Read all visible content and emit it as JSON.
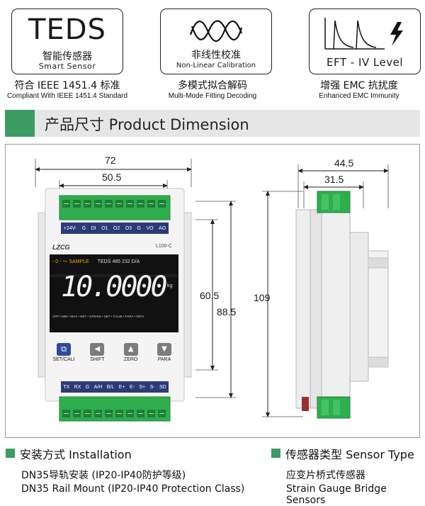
{
  "features": [
    {
      "box_text": "TEDS",
      "box_sub_cn": "智能传感器",
      "box_sub_en": "Smart Sensor",
      "name": "符合 IEEE 1451.4 标准",
      "sub": "Compliant With IEEE 1451.4 Standard"
    },
    {
      "icon": "sine-curve-icon",
      "box_sub_cn": "非线性校准",
      "box_sub_en": "Non-Linear Calibration",
      "name": "多模式拟合解码",
      "sub": "Multi-Mode Fitting Decoding"
    },
    {
      "icon": "eft-pulse-icon",
      "box_sub_en": "EFT - IV Level",
      "name": "增强 EMC 抗扰度",
      "sub": "Enhanced EMC Immunity"
    }
  ],
  "section_title": "产品尺寸 Product Dimension",
  "dimensions": {
    "width_total": "72",
    "width_inner": "50.5",
    "height_inner": "60.5",
    "height_total": "88.5",
    "side_depth_total": "44.5",
    "side_depth_inner": "31.5",
    "side_height": "109"
  },
  "device": {
    "top_labels": [
      "+24V-",
      "G",
      "DI",
      "O1",
      "O2",
      "O3",
      "G",
      "VO",
      "AO"
    ],
    "brand": "LZCG",
    "model": "L100-C",
    "status_line_left": "- 0 -",
    "status_sample": "SAMPLE",
    "status_teds": "TEDS",
    "status_485": "485",
    "status_232": "232",
    "status_da": "D/A",
    "display_value": "10.0000",
    "unit": "kg",
    "indicator_row": "VPP • MIN • MAX • NET • STRAIN • SET • CALIB • PARA • INFO",
    "buttons": [
      {
        "label": "SET/CALI",
        "icon": "set-cali-icon"
      },
      {
        "label": "SHIFT",
        "icon": "left-arrow-icon"
      },
      {
        "label": "ZERO",
        "icon": "up-arrow-icon"
      },
      {
        "label": "PARA",
        "icon": "down-arrow-icon"
      }
    ],
    "bottom_labels": [
      "TX",
      "RX",
      "G",
      "A/H",
      "B/L",
      "E+",
      "E-",
      "S+",
      "S-",
      "SD"
    ]
  },
  "installation": {
    "title_cn": "安装方式",
    "title_en": "Installation",
    "line1": "DN35导轨安装 (IP20-IP40防护等级)",
    "line2": "DN35 Rail Mount (IP20-IP40 Protection Class)"
  },
  "sensor_type": {
    "title_cn": "传感器类型",
    "title_en": "Sensor Type",
    "line1": "应变片桥式传感器",
    "line2": "Strain Gauge Bridge Sensors"
  },
  "colors": {
    "accent_green": "#3c9b63",
    "terminal_green": "#2fae4e",
    "label_navy": "#2c3a78",
    "display_bg": "#111111",
    "digit_white": "#f2f2f2"
  }
}
